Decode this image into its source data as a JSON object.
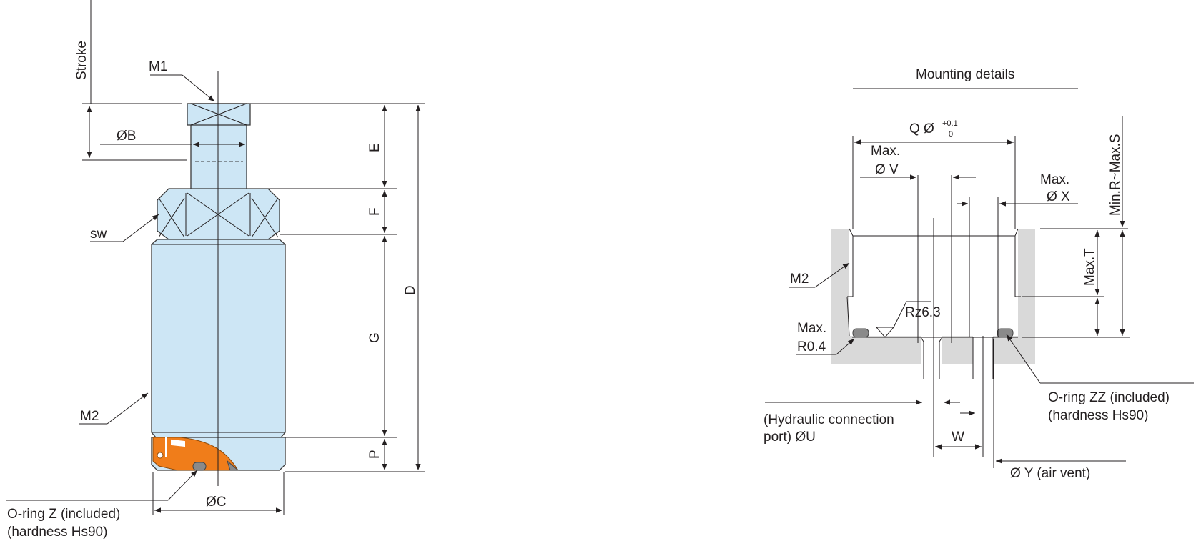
{
  "colors": {
    "body_fill": "#cde6f5",
    "cutaway": "#f07d1a",
    "housing": "#d9d9d9",
    "oring": "#8a8a8a",
    "line": "#231f20"
  },
  "left_diagram": {
    "stroke": "Stroke",
    "m1": "M1",
    "ob": "ØB",
    "sw": "sw",
    "m2": "M2",
    "oc": "ØC",
    "e": "E",
    "f": "F",
    "g": "G",
    "p": "P",
    "d": "D",
    "oring_line1": "O-ring Z (included)",
    "oring_line2": "(hardness Hs90)"
  },
  "right_diagram": {
    "title": "Mounting details",
    "q": "Q Ø",
    "q_tol_upper": "+0.1",
    "q_tol_lower": "0",
    "max_v_line1": "Max.",
    "max_v_line2": "Ø V",
    "max_x_line1": "Max.",
    "max_x_line2": "Ø X",
    "min_r_max_s": "Min.R~Max.S",
    "max_t": "Max.T",
    "m2": "M2",
    "rz": "Rz6.3",
    "max_r_line1": "Max.",
    "max_r_line2": "R0.4",
    "port_line1": "(Hydraulic connection",
    "port_line2": "port) ØU",
    "w": "W",
    "air_vent": "Ø Y (air vent)",
    "oring_line1": "O-ring ZZ (included)",
    "oring_line2": "(hardness Hs90)"
  }
}
